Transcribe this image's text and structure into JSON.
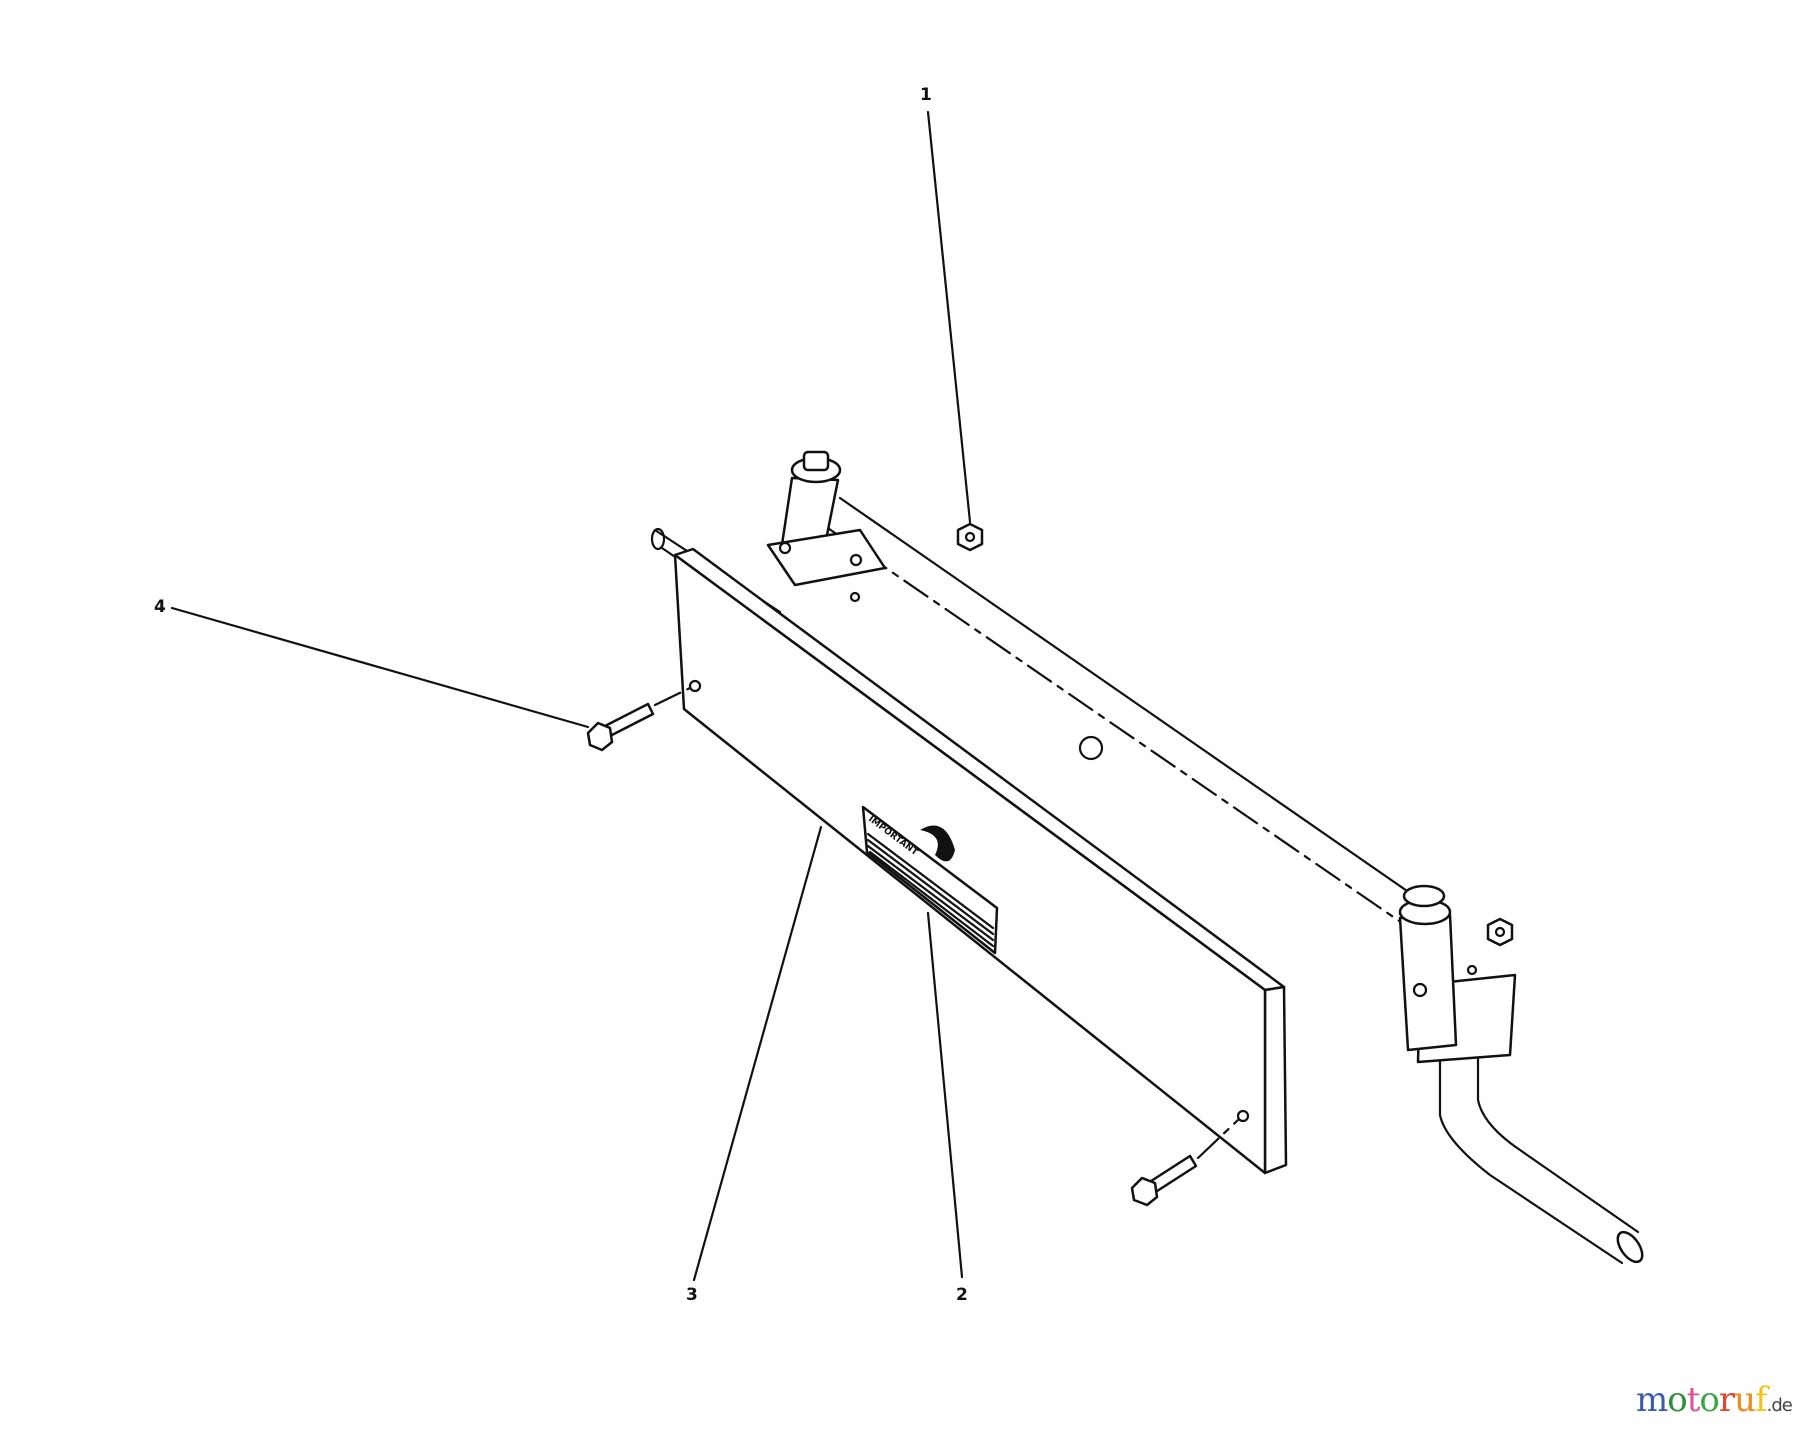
{
  "callouts": [
    {
      "number": "1",
      "part": "nut"
    },
    {
      "number": "2",
      "part": "decal"
    },
    {
      "number": "3",
      "part": "board"
    },
    {
      "number": "4",
      "part": "bolt"
    }
  ],
  "decal": {
    "text": "IMPORTANT"
  },
  "watermark": {
    "letters": [
      "m",
      "o",
      "t",
      "o",
      "r",
      "u",
      "f"
    ],
    "colors": [
      "#3b5ba8",
      "#2d8f3a",
      "#e2508f",
      "#3aa64a",
      "#e0442b",
      "#f08a1c",
      "#f2c21b"
    ],
    "suffix": ".de"
  }
}
